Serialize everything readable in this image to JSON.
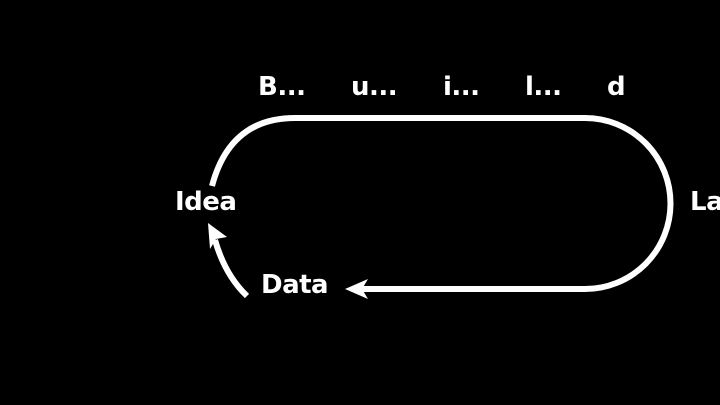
{
  "diagram": {
    "title_letters": [
      "B...",
      "u...",
      "i...",
      "l...",
      "d"
    ],
    "nodes": {
      "idea": "Idea",
      "data": "Data",
      "learn_partial": "La"
    },
    "colors": {
      "background": "#000000",
      "stroke": "#ffffff",
      "text": "#ffffff"
    }
  }
}
